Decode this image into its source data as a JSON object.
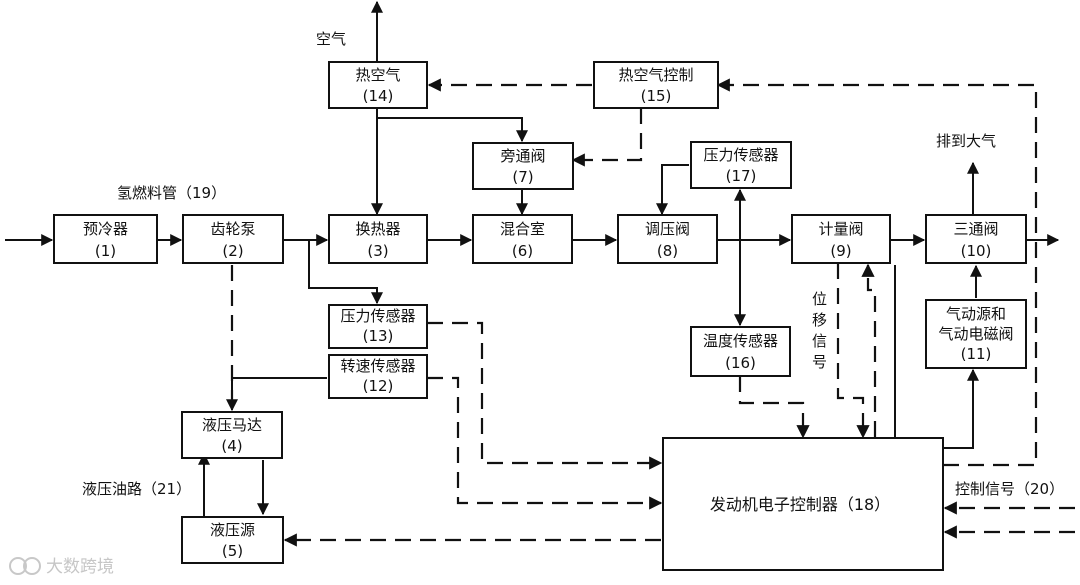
{
  "nodes": [
    {
      "id": "precooler",
      "name": "预冷器",
      "num": "(1)"
    },
    {
      "id": "gear-pump",
      "name": "齿轮泵",
      "num": "(2)"
    },
    {
      "id": "heat-exchanger",
      "name": "换热器",
      "num": "(3)"
    },
    {
      "id": "mixing-chamber",
      "name": "混合室",
      "num": "(6)"
    },
    {
      "id": "pressure-reg-valve",
      "name": "调压阀",
      "num": "(8)"
    },
    {
      "id": "metering-valve",
      "name": "计量阀",
      "num": "(9)"
    },
    {
      "id": "three-way-valve",
      "name": "三通阀",
      "num": "(10)"
    },
    {
      "id": "hot-air",
      "name": "热空气",
      "num": "(14)"
    },
    {
      "id": "hot-air-control",
      "name": "热空气控制",
      "num": "(15)"
    },
    {
      "id": "bypass-valve",
      "name": "旁通阀",
      "num": "(7)"
    },
    {
      "id": "pressure-sensor-17",
      "name": "压力传感器",
      "num": "(17)"
    },
    {
      "id": "pressure-sensor-13",
      "name": "压力传感器",
      "num": "(13)"
    },
    {
      "id": "speed-sensor",
      "name": "转速传感器",
      "num": "(12)"
    },
    {
      "id": "temp-sensor",
      "name": "温度传感器",
      "num": "(16)"
    },
    {
      "id": "pneumatic-source",
      "name1": "气动源和",
      "name2": "气动电磁阀",
      "num": "(11)"
    },
    {
      "id": "hydraulic-motor",
      "name": "液压马达",
      "num": "(4)"
    },
    {
      "id": "hydraulic-source",
      "name": "液压源",
      "num": "(5)"
    },
    {
      "id": "ecu",
      "name": "发动机电子控制器（18）"
    }
  ],
  "labels": {
    "air": "空气",
    "fuel_pipe": "氢燃料管（19）",
    "exhaust": "排到大气",
    "hydraulic_line": "液压油路（21）",
    "control_signal": "控制信号（20）",
    "displacement_signal": [
      "位",
      "移",
      "信",
      "号"
    ]
  },
  "watermark": "大数跨境"
}
